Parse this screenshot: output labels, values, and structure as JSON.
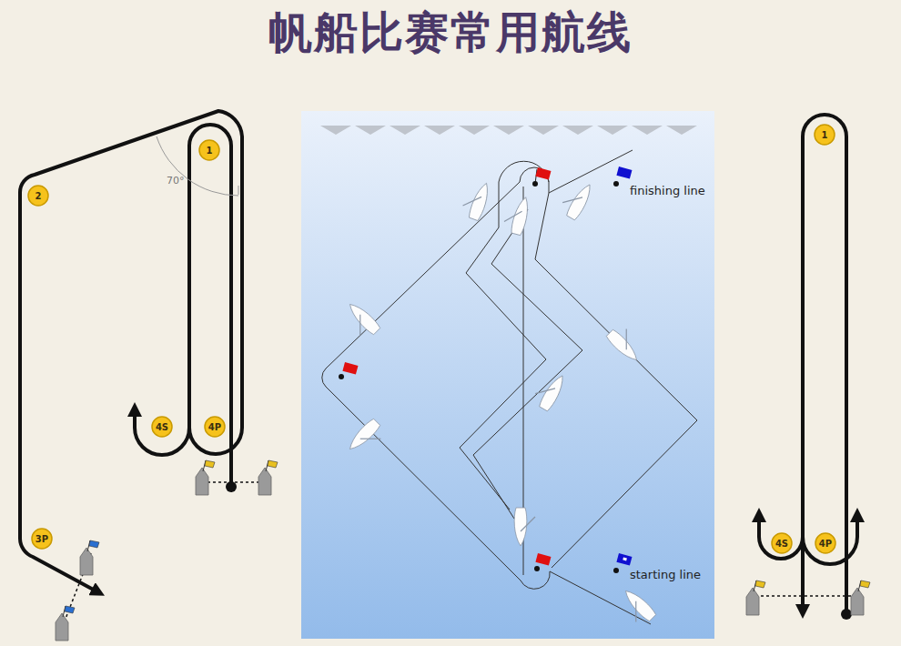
{
  "diagram": {
    "title": "帆船比赛常用航线",
    "nodes": [
      {
        "text": [
          "1"
        ]
      },
      {
        "text": [
          "2"
        ]
      },
      {
        "text": [
          "4S"
        ]
      },
      {
        "text": [
          "4P"
        ]
      },
      {
        "text": [
          "3P"
        ]
      },
      {
        "text": [
          "1"
        ]
      },
      {
        "text": [
          "4S"
        ]
      },
      {
        "text": [
          "4P"
        ]
      }
    ],
    "labels": [
      "70°",
      "finishing line",
      "starting line"
    ]
  }
}
